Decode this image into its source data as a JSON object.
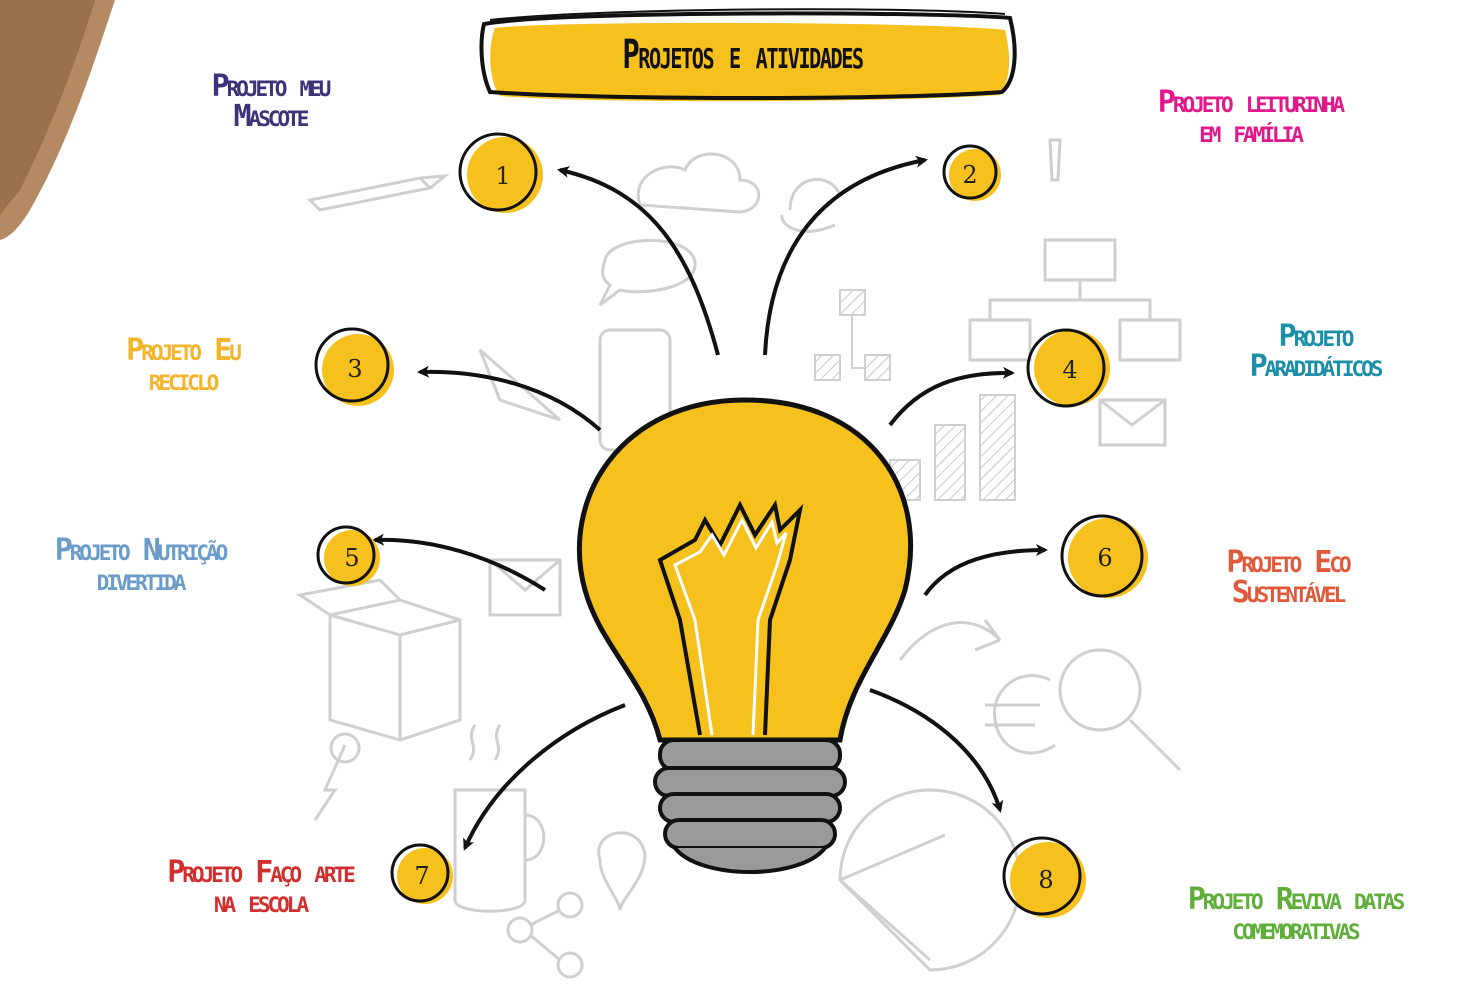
{
  "title": "Projetos e atividades",
  "colors": {
    "accent": "#F6C11D",
    "outline": "#1a1a1a",
    "sketch": "#cfcfcf",
    "bulb_screw": "#9a9a9a"
  },
  "projects": [
    {
      "number": "1",
      "label": "Projeto meu\nMascote",
      "color": "#3B3478"
    },
    {
      "number": "2",
      "label": "Projeto leiturinha\nem família",
      "color": "#E2188A"
    },
    {
      "number": "3",
      "label": "Projeto Eu\nreciclo",
      "color": "#F2B42A"
    },
    {
      "number": "4",
      "label": "Projeto\nParadidáticos",
      "color": "#1B8FA8"
    },
    {
      "number": "5",
      "label": "Projeto Nutrição\ndivertida",
      "color": "#6A9BC9"
    },
    {
      "number": "6",
      "label": "Projeto Eco\nSustentável",
      "color": "#E05A3A"
    },
    {
      "number": "7",
      "label": "Projeto Faço arte\nna escola",
      "color": "#D12F2F"
    },
    {
      "number": "8",
      "label": "Projeto Reviva datas\ncomemorativas",
      "color": "#5FAE3A"
    }
  ]
}
